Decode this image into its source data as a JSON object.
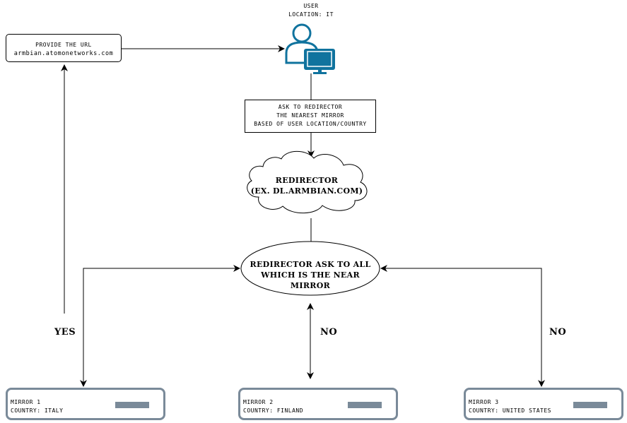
{
  "user": {
    "label_line1": "USER",
    "label_line2": "LOCATION: IT",
    "icon": "user-with-monitor-icon",
    "icon_color": "#10739e"
  },
  "provide_box": {
    "line1": "PROVIDE THE URL",
    "line2": "armbian.atomonetworks.com"
  },
  "ask_box": {
    "line1": "ASK TO REDIRECTOR",
    "line2": "THE NEAREST MIRROR",
    "line3": "BASED OF USER LOCATION/COUNTRY"
  },
  "redirector_cloud": {
    "line1": "REDIRECTOR",
    "line2": "(EX. DL.ARMBIAN.COM)"
  },
  "redirector_ellipse": {
    "line1": "REDIRECTOR ASK TO ALL",
    "line2": "WHICH IS THE NEAR MIRROR"
  },
  "edge_labels": {
    "yes": "YES",
    "no_middle": "NO",
    "no_right": "NO"
  },
  "mirrors": [
    {
      "name": "MIRROR 1",
      "country": "COUNTRY: ITALY"
    },
    {
      "name": "MIRROR 2",
      "country": "COUNTRY: FINLAND"
    },
    {
      "name": "MIRROR 3",
      "country": "COUNTRY: UNITED STATES"
    }
  ],
  "colors": {
    "mirror_border": "#7a8a99",
    "user_icon": "#10739e"
  }
}
